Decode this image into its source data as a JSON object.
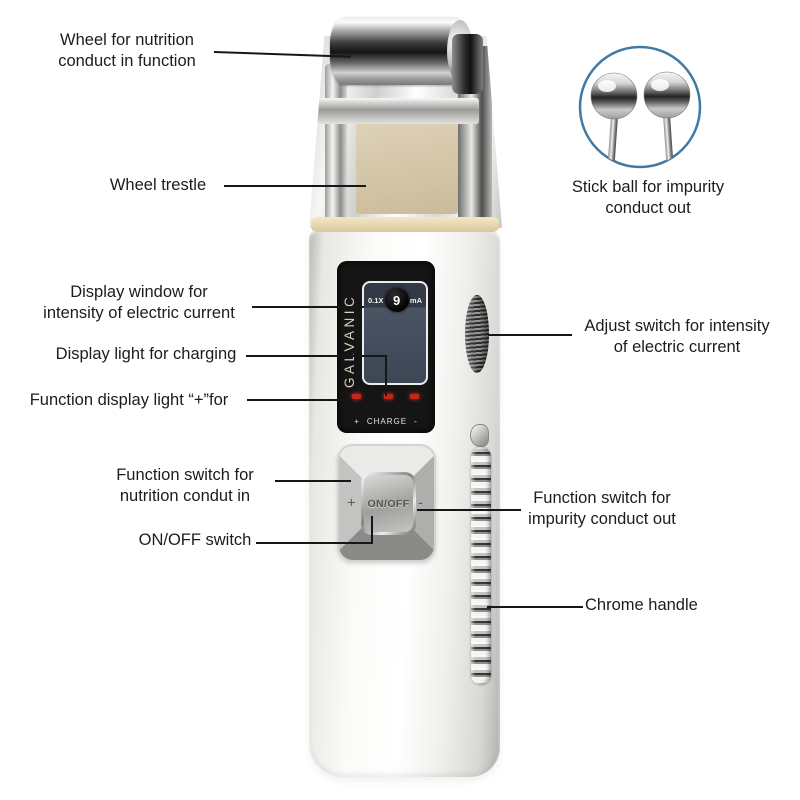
{
  "device": {
    "brand": "GALVANIC",
    "screen": {
      "multiplier": "0.1X",
      "value": "9",
      "unit": "mA"
    },
    "charge": {
      "plus": "+",
      "label": "CHARGE",
      "minus": "-"
    },
    "power": {
      "plus": "+",
      "label": "ON/OFF",
      "minus": "-"
    }
  },
  "labels": {
    "wheel_nutrition": {
      "line1": "Wheel for nutrition",
      "line2": "conduct in function"
    },
    "wheel_trestle": {
      "line1": "Wheel trestle"
    },
    "display_window": {
      "line1": "Display window for",
      "line2": "intensity of electric current"
    },
    "display_light": {
      "line1": "Display light for charging"
    },
    "function_display_light": {
      "line1": "Function display light “+”for"
    },
    "function_switch_nutrition": {
      "line1": "Function switch for",
      "line2": "nutrition condut in"
    },
    "onoff_switch": {
      "line1": "ON/OFF switch"
    },
    "stick_ball": {
      "line1": "Stick ball for impurity",
      "line2": "conduct out"
    },
    "adjust_switch": {
      "line1": "Adjust switch for intensity",
      "line2": "of electric current"
    },
    "function_switch_impurity": {
      "line1": "Function switch for",
      "line2": "impurity conduct out"
    },
    "chrome_handle": {
      "line1": "Chrome handle"
    }
  },
  "colors": {
    "inset_circle_border": "#4179a3",
    "indicator_red": "#c3271c",
    "leader_line": "#161616"
  }
}
